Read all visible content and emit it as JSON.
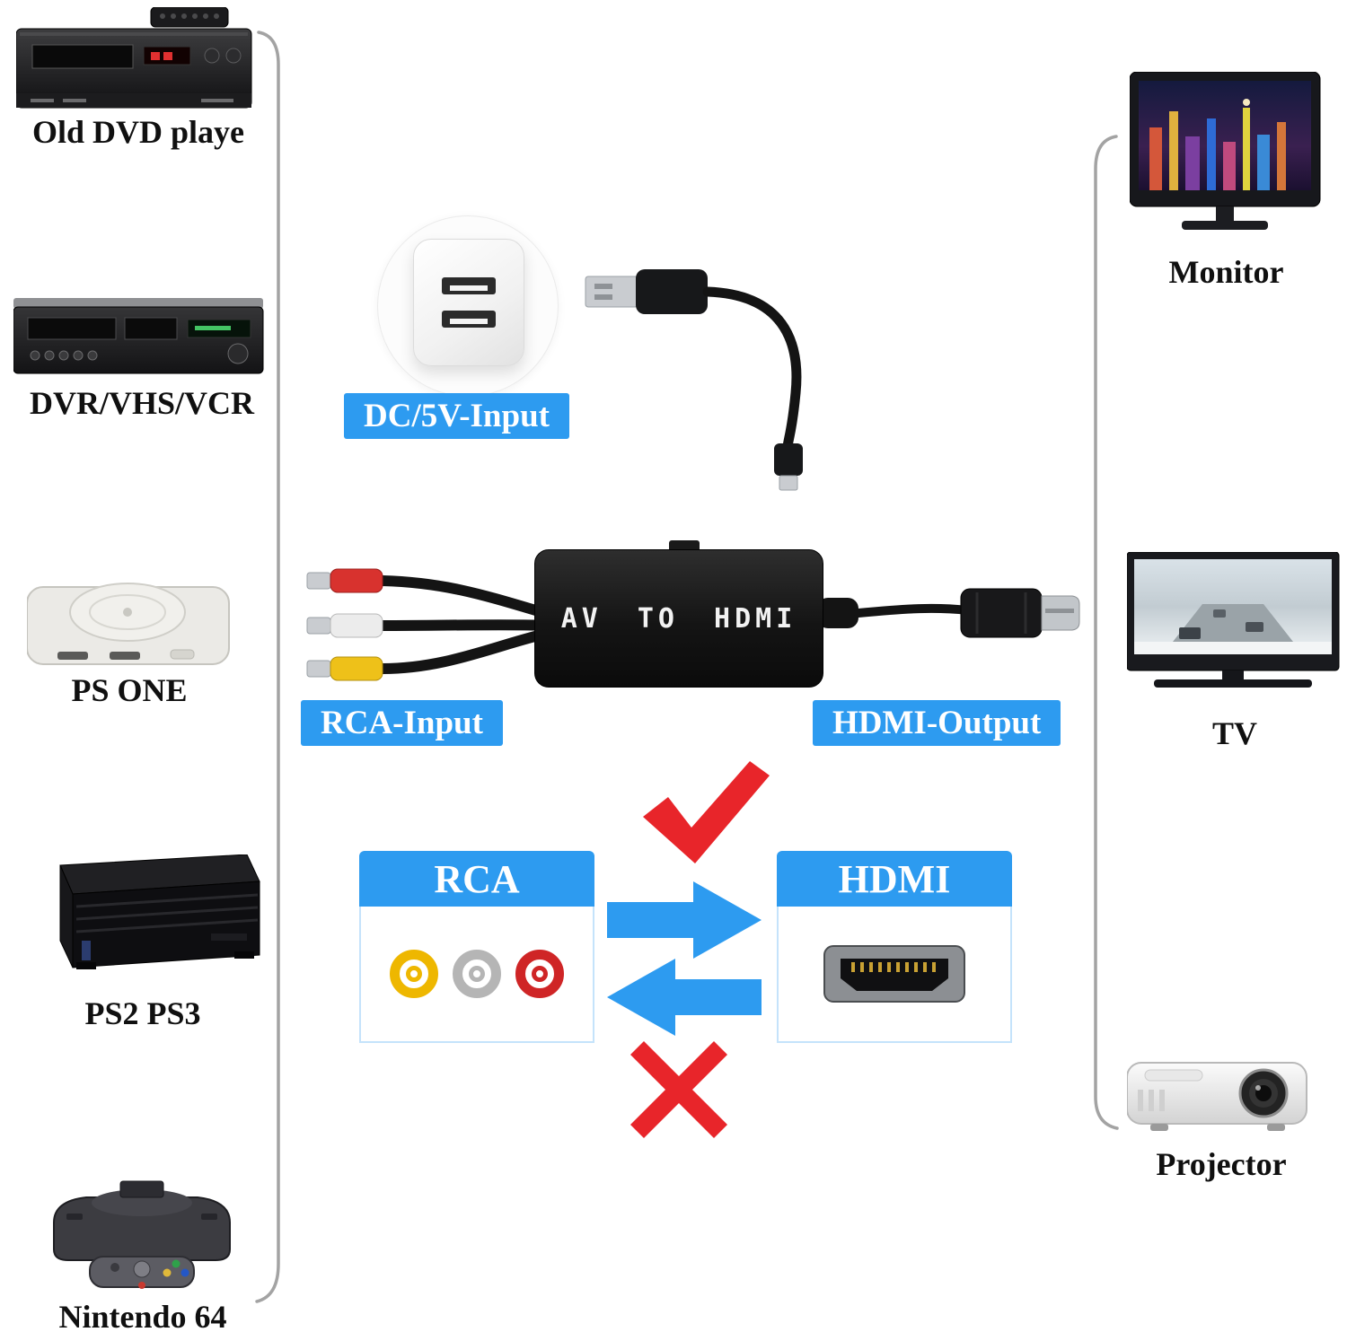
{
  "page": {
    "background": "#ffffff"
  },
  "source_devices": [
    {
      "label": "Old DVD playe"
    },
    {
      "label": "DVR/VHS/VCR"
    },
    {
      "label": "PS ONE"
    },
    {
      "label": "PS2 PS3"
    },
    {
      "label": "Nintendo 64"
    }
  ],
  "display_devices": [
    {
      "label": "Monitor"
    },
    {
      "label": "TV"
    },
    {
      "label": "Projector"
    }
  ],
  "adapter": {
    "power_label": "DC/5V-Input",
    "device_label": "AV TO HDMI",
    "input_label": "RCA-Input",
    "output_label": "HDMI-Output"
  },
  "comparison": {
    "left_title": "RCA",
    "right_title": "HDMI"
  },
  "colors": {
    "label_blue": "#2d9bf0",
    "arrow_blue": "#2d9bf0",
    "check_red": "#e8252a",
    "cross_red": "#e8252a",
    "rca_yellow": "#eeb700",
    "rca_white": "#b5b5b5",
    "rca_red": "#cf2526",
    "converter_black": "#141414"
  }
}
